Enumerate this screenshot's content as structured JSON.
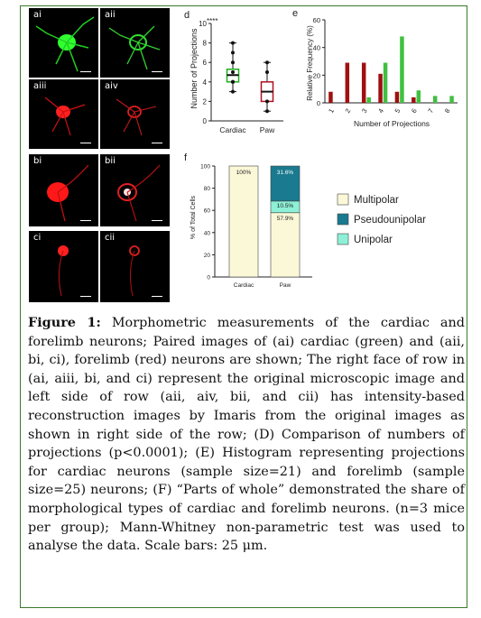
{
  "panels": {
    "ai": "ai",
    "aii": "aii",
    "aiii": "aiii",
    "aiv": "aiv",
    "bi": "bi",
    "bii": "bii",
    "ci": "ci",
    "cii": "cii"
  },
  "colors": {
    "cardiac_green": "#20d020",
    "forelimb_red": "#e01010",
    "frame": "#3a7a2a"
  },
  "chart_d": {
    "label": "d",
    "significance": "****",
    "chart_data": {
      "type": "box",
      "categories": [
        "Cardiac",
        "Paw"
      ],
      "ylabel": "Number of Projections",
      "ylim": [
        0,
        10
      ],
      "yticks": [
        "0",
        "2",
        "4",
        "6",
        "8",
        "10"
      ],
      "boxes": [
        {
          "name": "Cardiac",
          "min": 3,
          "q1": 4,
          "median": 4.7,
          "q3": 5.3,
          "max": 8,
          "points": [
            3,
            4,
            4,
            5,
            6,
            7,
            8
          ]
        },
        {
          "name": "Paw",
          "min": 1,
          "q1": 2,
          "median": 3,
          "q3": 4,
          "max": 6,
          "points": [
            1,
            2,
            5,
            6
          ]
        }
      ]
    }
  },
  "chart_e": {
    "label": "e",
    "chart_data": {
      "type": "bar",
      "categories": [
        "1",
        "2",
        "3",
        "4",
        "5",
        "6",
        "7",
        "8"
      ],
      "xlabel": "Number of Projections",
      "ylabel": "Relative Frequency (%)",
      "ylim": [
        0,
        60
      ],
      "yticks": [
        "0",
        "20",
        "40",
        "60"
      ],
      "series": [
        {
          "color": "#a01010",
          "values": [
            8,
            29,
            29,
            21,
            8,
            4,
            0,
            0
          ]
        },
        {
          "color": "#40c040",
          "values": [
            0,
            0,
            4,
            29,
            48,
            9,
            5,
            5
          ]
        }
      ]
    }
  },
  "chart_f": {
    "label": "f",
    "chart_data": {
      "type": "stacked-bar",
      "categories": [
        "Cardiac",
        "Paw"
      ],
      "ylabel": "% of Total Cells",
      "ylim": [
        0,
        100
      ],
      "yticks": [
        "0",
        "20",
        "40",
        "60",
        "80",
        "100"
      ],
      "series": [
        {
          "name": "Multipolar",
          "color": "#fbf8d8",
          "values": [
            100,
            57.9
          ]
        },
        {
          "name": "Unipolar",
          "color": "#8ef0d6",
          "values": [
            0,
            10.5
          ]
        },
        {
          "name": "Pseudounipolar",
          "color": "#1a7a8f",
          "values": [
            0,
            31.6
          ]
        }
      ],
      "data_labels": [
        "100%",
        "57.9%",
        "10.5%",
        "31.6%"
      ],
      "legend": [
        "Multipolar",
        "Pseudounipolar",
        "Unipolar"
      ],
      "legend_position": "right"
    }
  },
  "caption": {
    "lead": "Figure 1:",
    "text": " Morphometric measurements of the cardiac and forelimb neurons; Paired images of (ai) cardiac (green) and (aii, bi, ci), forelimb (red) neurons are shown; The right face of row in (ai, aiii, bi, and ci) represent the original microscopic image and left side of row (aii, aiv, bii, and cii) has intensity-based reconstruction images by Imaris from the original images as shown in right side of the row; (D) Comparison of numbers of projections (p<0.0001); (E) Histogram representing projections for cardiac neurons (sample size=21) and forelimb (sample size=25) neurons; (F) “Parts of whole” demonstrated the share of morphological types of cardiac and forelimb neurons. (n=3 mice per group); Mann-Whitney non-parametric test was used to analyse the data. Scale bars: 25 μm."
  }
}
